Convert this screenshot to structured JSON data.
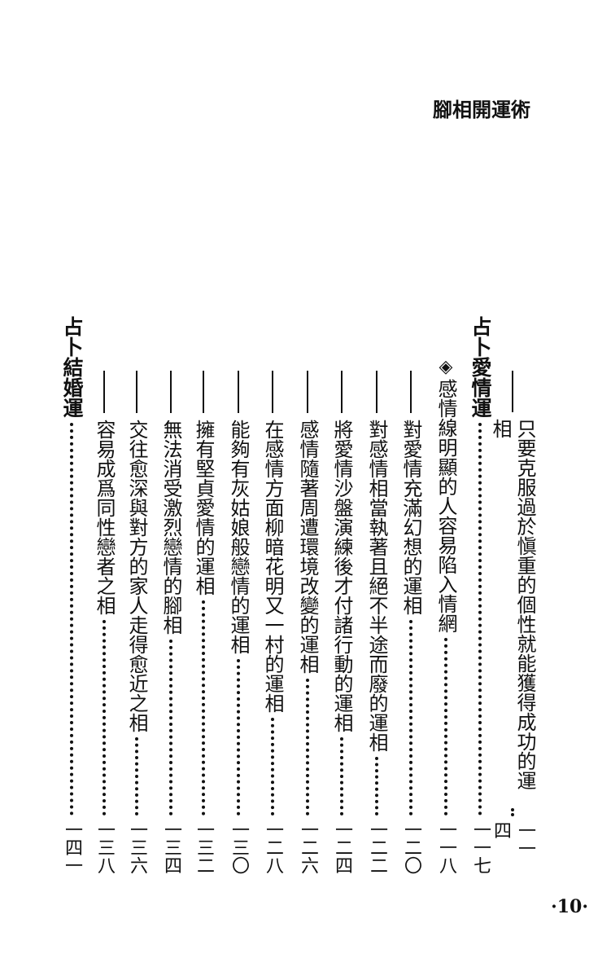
{
  "header": {
    "running_title": "腳相開運術"
  },
  "toc": [
    {
      "type": "sub",
      "title": "只要克服過於愼重的個性就能獲得成功的運相",
      "page": "一一四"
    },
    {
      "type": "section",
      "title": "占卜愛情運",
      "page": "一一七"
    },
    {
      "type": "topic",
      "icon": "diamond-icon",
      "title": "感情線明顯的人容易陷入情網",
      "page": "一一八"
    },
    {
      "type": "sub",
      "title": "對愛情充滿幻想的運相",
      "page": "一二〇"
    },
    {
      "type": "sub",
      "title": "對感情相當執著且絕不半途而廢的運相",
      "page": "一二二"
    },
    {
      "type": "sub",
      "title": "將愛情沙盤演練後才付諸行動的運相",
      "page": "一二四"
    },
    {
      "type": "sub",
      "title": "感情隨著周遭環境改變的運相",
      "page": "一二六"
    },
    {
      "type": "sub",
      "title": "在感情方面柳暗花明又一村的運相",
      "page": "一二八"
    },
    {
      "type": "sub",
      "title": "能夠有灰姑娘般戀情的運相",
      "page": "一三〇"
    },
    {
      "type": "sub",
      "title": "擁有堅貞愛情的運相",
      "page": "一三二"
    },
    {
      "type": "sub",
      "title": "無法消受激烈戀情的腳相",
      "page": "一三四"
    },
    {
      "type": "sub",
      "title": "交往愈深與對方的家人走得愈近之相",
      "page": "一三六"
    },
    {
      "type": "sub",
      "title": "容易成爲同性戀者之相",
      "page": "一三八"
    },
    {
      "type": "section",
      "title": "占卜結婚運",
      "page": "一四一"
    }
  ],
  "footer": {
    "page_number": "·10·"
  }
}
